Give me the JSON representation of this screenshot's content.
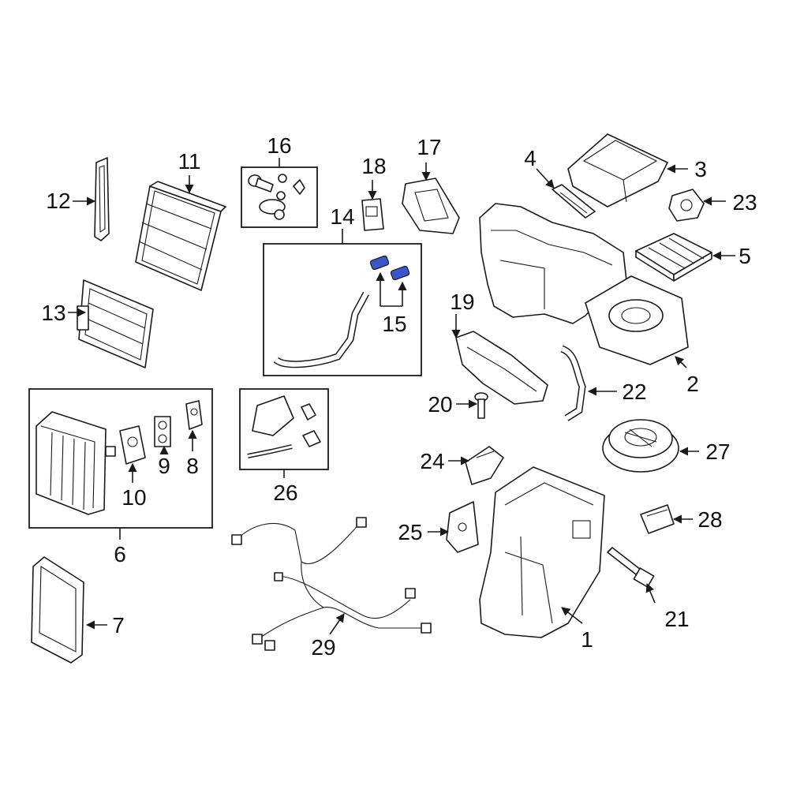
{
  "callouts": {
    "c1": "1",
    "c2": "2",
    "c3": "3",
    "c4": "4",
    "c5": "5",
    "c6": "6",
    "c7": "7",
    "c8": "8",
    "c9": "9",
    "c10": "10",
    "c11": "11",
    "c12": "12",
    "c13": "13",
    "c14": "14",
    "c15": "15",
    "c16": "16",
    "c17": "17",
    "c18": "18",
    "c19": "19",
    "c20": "20",
    "c21": "21",
    "c22": "22",
    "c23": "23",
    "c24": "24",
    "c25": "25",
    "c26": "26",
    "c27": "27",
    "c28": "28",
    "c29": "29"
  },
  "colors": {
    "line": "#1a1a1a",
    "highlight": "#3a56c9",
    "background": "#ffffff"
  }
}
